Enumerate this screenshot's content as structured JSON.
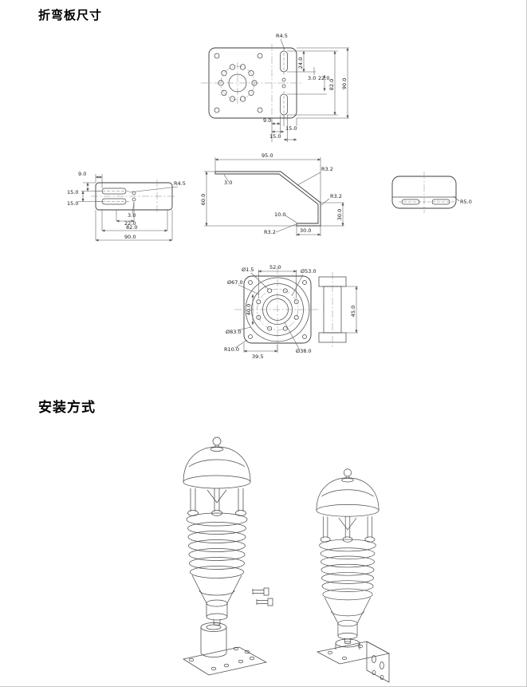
{
  "headings": {
    "bend_plate_dims": "折弯板尺寸",
    "installation": "安装方式"
  },
  "front_view": {
    "r_slot": "R4.5",
    "d24": "24.0",
    "d3": "3.0",
    "d22": "22.0",
    "d82": "82.0",
    "d90": "90.0",
    "d9": "9.0",
    "d15a": "15.0",
    "d15b": "15.0"
  },
  "flat_view": {
    "d9": "9.0",
    "d15a": "15.0",
    "d15b": "15.0",
    "d3": "3.0",
    "d22": "22.0",
    "d82": "82.0",
    "d90": "90.0",
    "r_slot": "R4.5"
  },
  "profile_view": {
    "d95": "95.0",
    "d3": "3.0",
    "r_bend_top": "R3.2",
    "r_bend_mid": "R3.2",
    "r_bend_bottom": "R3.2",
    "d60": "60.0",
    "d10": "10.0",
    "d30_bottom": "30.0",
    "d30_right": "30.0"
  },
  "end_view": {
    "r_corner": "R5.0"
  },
  "flange_view": {
    "dia_hole": "Ø1.5",
    "d52": "52.0",
    "dia53": "Ø53.0",
    "dia67": "Ø67.0",
    "d40": "40.0",
    "dia83": "Ø83.0",
    "r_corner": "R10.0",
    "d39_5": "39.5",
    "dia38": "Ø38.0",
    "d45": "45.0"
  }
}
